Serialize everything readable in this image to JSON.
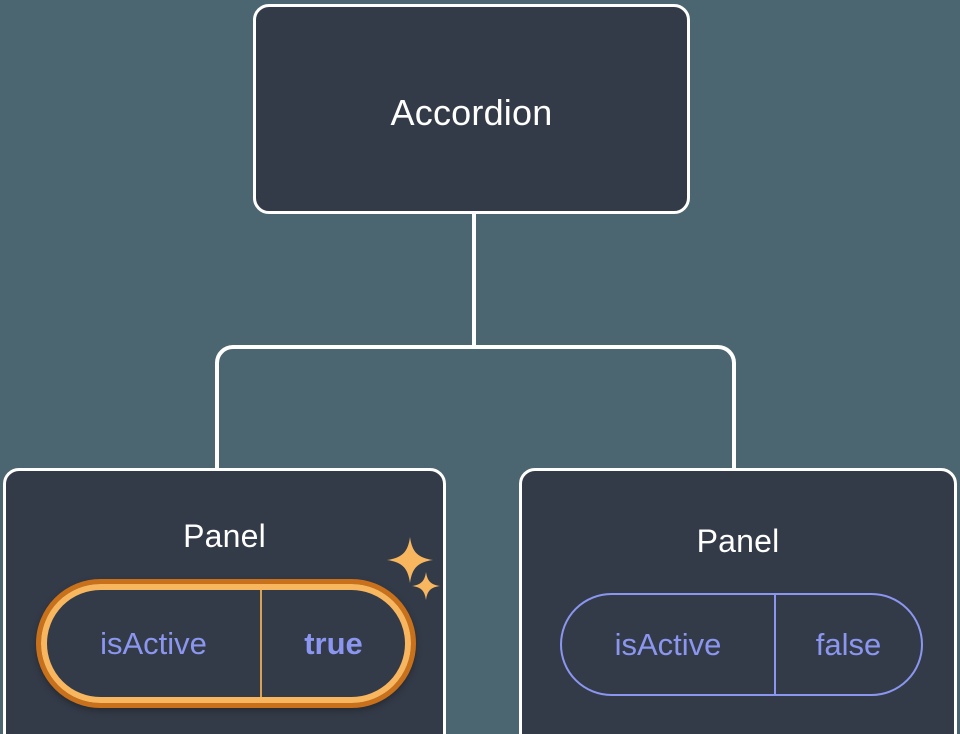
{
  "theme": {
    "canvas_background": "#4b6670",
    "node_fill": "#343b48",
    "node_border": "#ffffff",
    "edge_color": "#ffffff",
    "prop_text": "#8b96f0",
    "highlight_outer": "#c9711a",
    "highlight_inner": "#f8b75f",
    "sparkle_color": "#f8b75f",
    "title_text": "#ffffff"
  },
  "tree": {
    "root": {
      "title": "Accordion"
    },
    "children": [
      {
        "title": "Panel",
        "highlighted": true,
        "prop": {
          "key": "isActive",
          "value": "true"
        },
        "sparkles": [
          {
            "name": "sparkle-large"
          },
          {
            "name": "sparkle-small"
          }
        ]
      },
      {
        "title": "Panel",
        "highlighted": false,
        "prop": {
          "key": "isActive",
          "value": "false"
        }
      }
    ]
  }
}
